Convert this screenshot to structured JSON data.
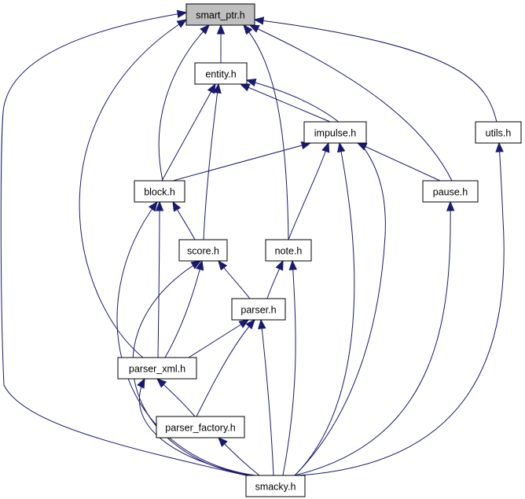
{
  "graph": {
    "root": "smart_ptr",
    "nodes": [
      {
        "id": "smart_ptr",
        "label": "smart_ptr.h"
      },
      {
        "id": "entity",
        "label": "entity.h"
      },
      {
        "id": "impulse",
        "label": "impulse.h"
      },
      {
        "id": "utils",
        "label": "utils.h"
      },
      {
        "id": "block",
        "label": "block.h"
      },
      {
        "id": "pause",
        "label": "pause.h"
      },
      {
        "id": "score",
        "label": "score.h"
      },
      {
        "id": "note",
        "label": "note.h"
      },
      {
        "id": "parser",
        "label": "parser.h"
      },
      {
        "id": "parser_xml",
        "label": "parser_xml.h"
      },
      {
        "id": "parser_factory",
        "label": "parser_factory.h"
      },
      {
        "id": "smacky",
        "label": "smacky.h"
      }
    ],
    "edges": [
      {
        "from": "entity",
        "to": "smart_ptr"
      },
      {
        "from": "block",
        "to": "smart_ptr"
      },
      {
        "from": "note",
        "to": "smart_ptr"
      },
      {
        "from": "pause",
        "to": "smart_ptr"
      },
      {
        "from": "utils",
        "to": "smart_ptr"
      },
      {
        "from": "parser_xml",
        "to": "smart_ptr"
      },
      {
        "from": "smacky",
        "to": "smart_ptr"
      },
      {
        "from": "block",
        "to": "entity"
      },
      {
        "from": "score",
        "to": "entity"
      },
      {
        "from": "impulse",
        "to": "entity"
      },
      {
        "from": "smacky",
        "to": "entity"
      },
      {
        "from": "block",
        "to": "impulse"
      },
      {
        "from": "note",
        "to": "impulse"
      },
      {
        "from": "pause",
        "to": "impulse"
      },
      {
        "from": "smacky",
        "to": "impulse"
      },
      {
        "from": "smacky",
        "to": "utils"
      },
      {
        "from": "smacky",
        "to": "pause"
      },
      {
        "from": "score",
        "to": "block"
      },
      {
        "from": "parser_xml",
        "to": "block"
      },
      {
        "from": "smacky",
        "to": "block"
      },
      {
        "from": "parser",
        "to": "score"
      },
      {
        "from": "parser_xml",
        "to": "score"
      },
      {
        "from": "smacky",
        "to": "score"
      },
      {
        "from": "parser",
        "to": "note"
      },
      {
        "from": "smacky",
        "to": "note"
      },
      {
        "from": "parser_xml",
        "to": "parser"
      },
      {
        "from": "parser_factory",
        "to": "parser"
      },
      {
        "from": "smacky",
        "to": "parser"
      },
      {
        "from": "parser_factory",
        "to": "parser_xml"
      },
      {
        "from": "smacky",
        "to": "parser_xml"
      },
      {
        "from": "smacky",
        "to": "parser_factory"
      }
    ]
  },
  "colors": {
    "edge": "#191970",
    "node_border": "#000000",
    "root_fill": "#bfbfbf",
    "node_fill": "#ffffff"
  }
}
